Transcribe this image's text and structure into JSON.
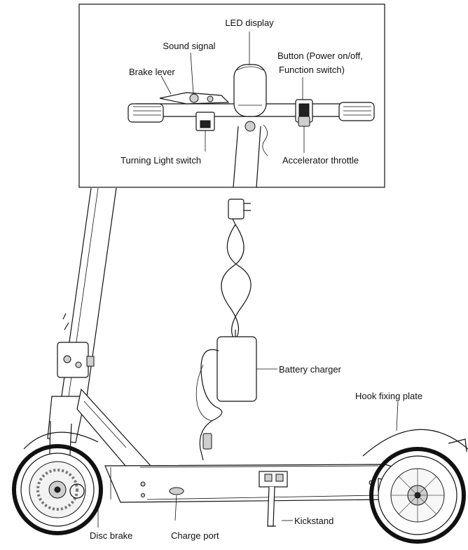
{
  "labels": {
    "led_display": "LED display",
    "sound_signal": "Sound signal",
    "brake_lever": "Brake lever",
    "button_line1": "Button (Power on/off,",
    "button_line2": "Function switch)",
    "turning_light_switch": "Turning Light switch",
    "accelerator_throttle": "Accelerator throttle",
    "battery_charger": "Battery charger",
    "hook_fixing_plate": "Hook fixing plate",
    "disc_brake": "Disc brake",
    "charge_port": "Charge port",
    "kickstand": "Kickstand"
  }
}
